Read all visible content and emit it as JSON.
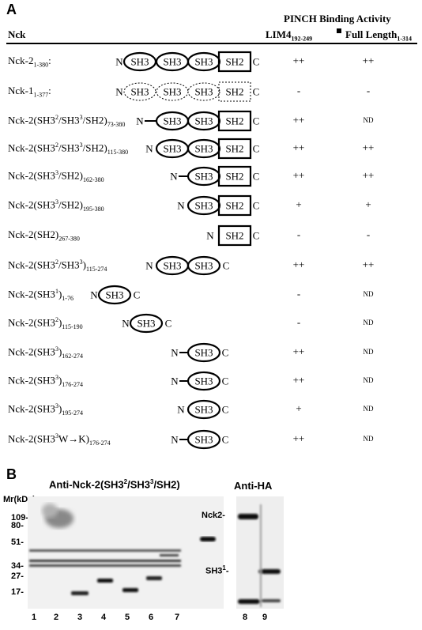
{
  "panel_a": {
    "letter": "A",
    "column_header": "Nck",
    "activity_title": "PINCH Binding Activity",
    "col1_main": "LIM4",
    "col1_sub": "192-249",
    "col2_main": "Full Length",
    "col2_sub": "1-314",
    "rows": [
      {
        "pre": "Nck-2",
        "sub": "1-380",
        "post": ":",
        "a1": "++",
        "a2": "++"
      },
      {
        "pre": "Nck-1",
        "sub": "1-377",
        "post": ":",
        "a1": "-",
        "a2": "-"
      },
      {
        "pre": "Nck-2(SH3",
        "s1": "2",
        "m1": "/SH3",
        "s2": "3",
        "m2": "/SH2)",
        "sub": "73-380",
        "a1": "++",
        "a2": "ND"
      },
      {
        "pre": "Nck-2(SH3",
        "s1": "2",
        "m1": "/SH3",
        "s2": "3",
        "m2": "/SH2)",
        "sub": "115-380",
        "a1": "++",
        "a2": "++"
      },
      {
        "pre": "Nck-2(SH3",
        "s1": "3",
        "m1": "/SH2)",
        "sub": "162-380",
        "a1": "++",
        "a2": "++"
      },
      {
        "pre": "Nck-2(SH3",
        "s1": "3",
        "m1": "/SH2)",
        "sub": "195-380",
        "a1": "+",
        "a2": "+"
      },
      {
        "pre": "Nck-2(SH2)",
        "sub": "267-380",
        "a1": "-",
        "a2": "-"
      },
      {
        "pre": "Nck-2(SH3",
        "s1": "2",
        "m1": "/SH3",
        "s2": "3",
        "m2": ")",
        "sub": "115-274",
        "a1": "++",
        "a2": "++"
      },
      {
        "pre": "Nck-2(SH3",
        "s1": "1",
        "m1": ")",
        "sub": "1-76",
        "a1": "-",
        "a2": "ND"
      },
      {
        "pre": "Nck-2(SH3",
        "s1": "2",
        "m1": ")",
        "sub": "115-190",
        "a1": "-",
        "a2": "ND"
      },
      {
        "pre": "Nck-2(SH3",
        "s1": "3",
        "m1": ")",
        "sub": "162-274",
        "a1": "++",
        "a2": "ND"
      },
      {
        "pre": "Nck-2(SH3",
        "s1": "3",
        "m1": ")",
        "sub": "176-274",
        "a1": "++",
        "a2": "ND"
      },
      {
        "pre": "Nck-2(SH3",
        "s1": "3",
        "m1": ")",
        "sub": "195-274",
        "a1": "+",
        "a2": "ND"
      },
      {
        "pre": "Nck-2(SH3",
        "s1": "3",
        "m1": "W→K)",
        "sub": "176-274",
        "a1": "++",
        "a2": "ND"
      }
    ],
    "domain_labels": {
      "sh3": "SH3",
      "sh2": "SH2",
      "n": "N",
      "c": "C"
    }
  },
  "panel_b": {
    "letter": "B",
    "blot1_title_pre": "Anti-Nck-2(SH3",
    "blot1_s1": "2",
    "blot1_mid": "/SH3",
    "blot1_s2": "3",
    "blot1_post": "/SH2)",
    "blot2_title": "Anti-HA",
    "mw_header": "Mr(kDa)",
    "markers": [
      "109-",
      "80-",
      "51-",
      "34-",
      "27-",
      "17-"
    ],
    "lanes": [
      "1",
      "2",
      "3",
      "4",
      "5",
      "6",
      "7",
      "8",
      "9"
    ],
    "label_nck2": "Nck2-",
    "label_sh3_pre": "SH3",
    "label_sh3_sup": "1",
    "label_sh3_post": "-"
  }
}
